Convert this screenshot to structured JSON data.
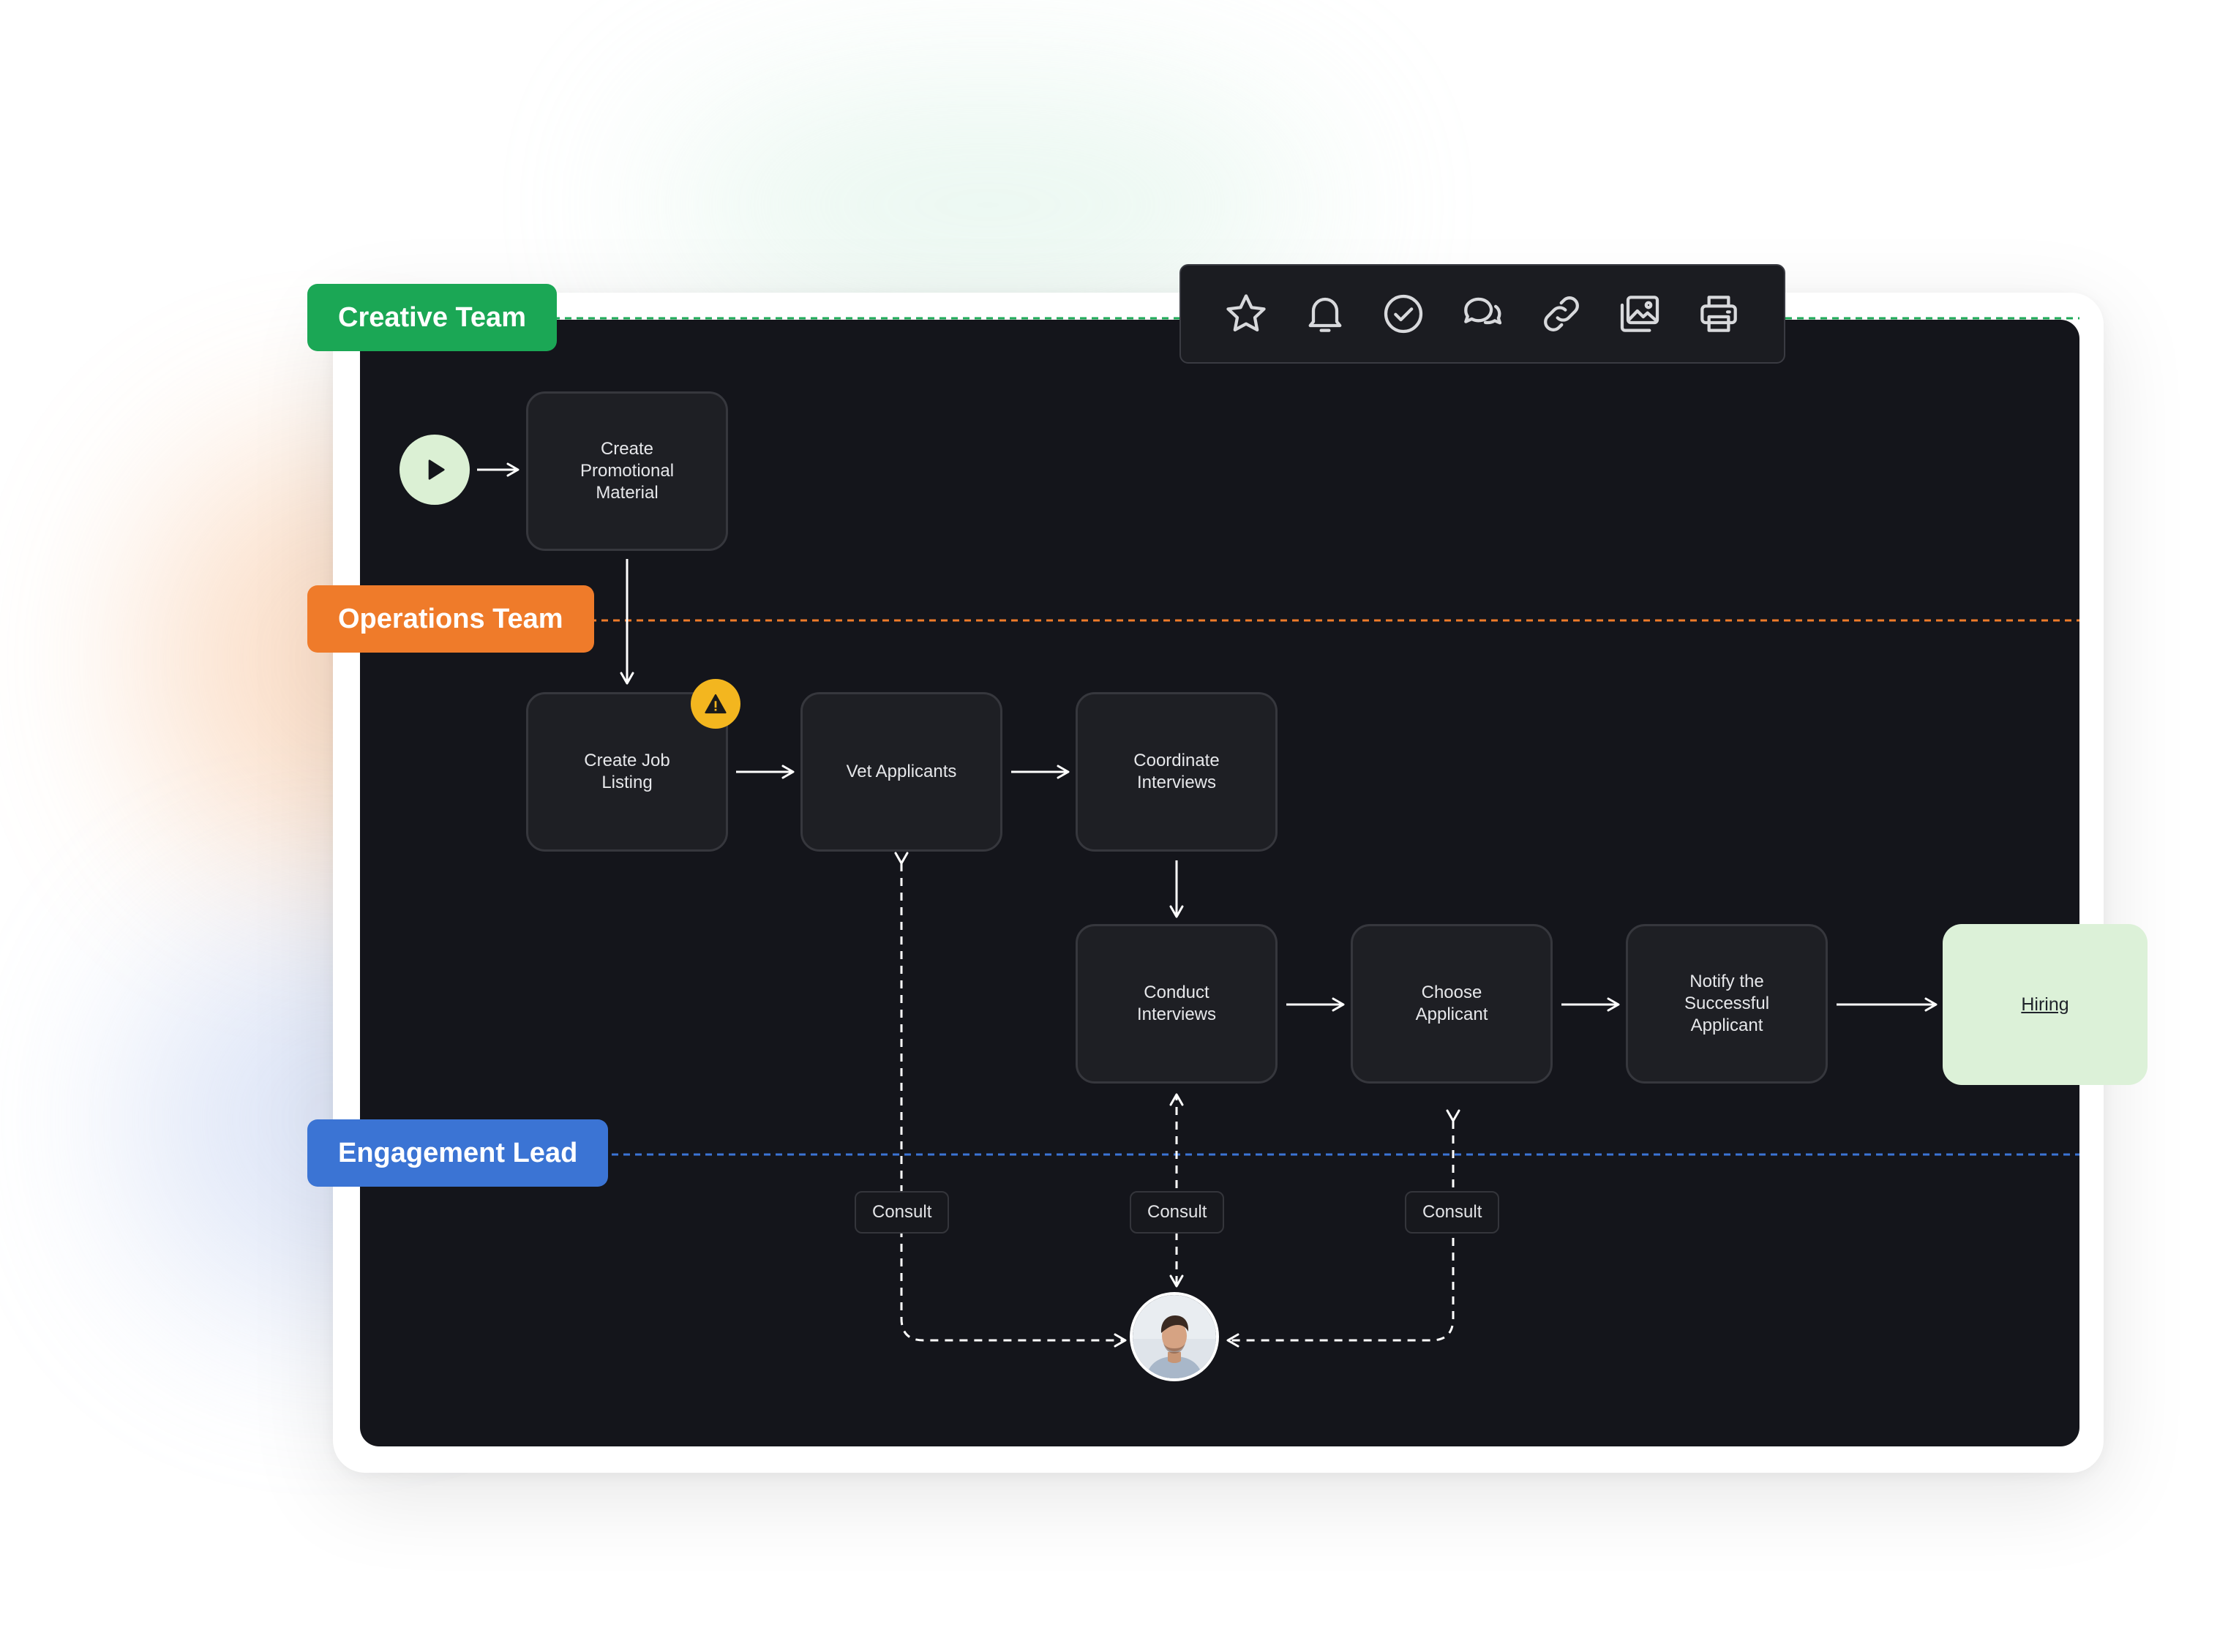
{
  "colors": {
    "creative": "#1ba755",
    "operations": "#ef7b2a",
    "engagement": "#3b74d4",
    "canvas": "#14151b",
    "node": "#1e1f24",
    "end_node": "#dcf1d8",
    "warning": "#f3b61f"
  },
  "lanes": {
    "creative": "Creative Team",
    "operations": "Operations Team",
    "engagement": "Engagement Lead"
  },
  "toolbar": {
    "icons": [
      "star-icon",
      "bell-icon",
      "check-circle-icon",
      "chat-icon",
      "link-icon",
      "image-icon",
      "printer-icon"
    ]
  },
  "nodes": {
    "promo": [
      "Create",
      "Promotional",
      "Material"
    ],
    "job": [
      "Create Job",
      "Listing"
    ],
    "vet": [
      "Vet Applicants"
    ],
    "coordinate": [
      "Coordinate",
      "Interviews"
    ],
    "conduct": [
      "Conduct",
      "Interviews"
    ],
    "choose": [
      "Choose",
      "Applicant"
    ],
    "notify": [
      "Notify the",
      "Successful",
      "Applicant"
    ],
    "hiring": "Hiring"
  },
  "consult_labels": [
    "Consult",
    "Consult",
    "Consult"
  ]
}
